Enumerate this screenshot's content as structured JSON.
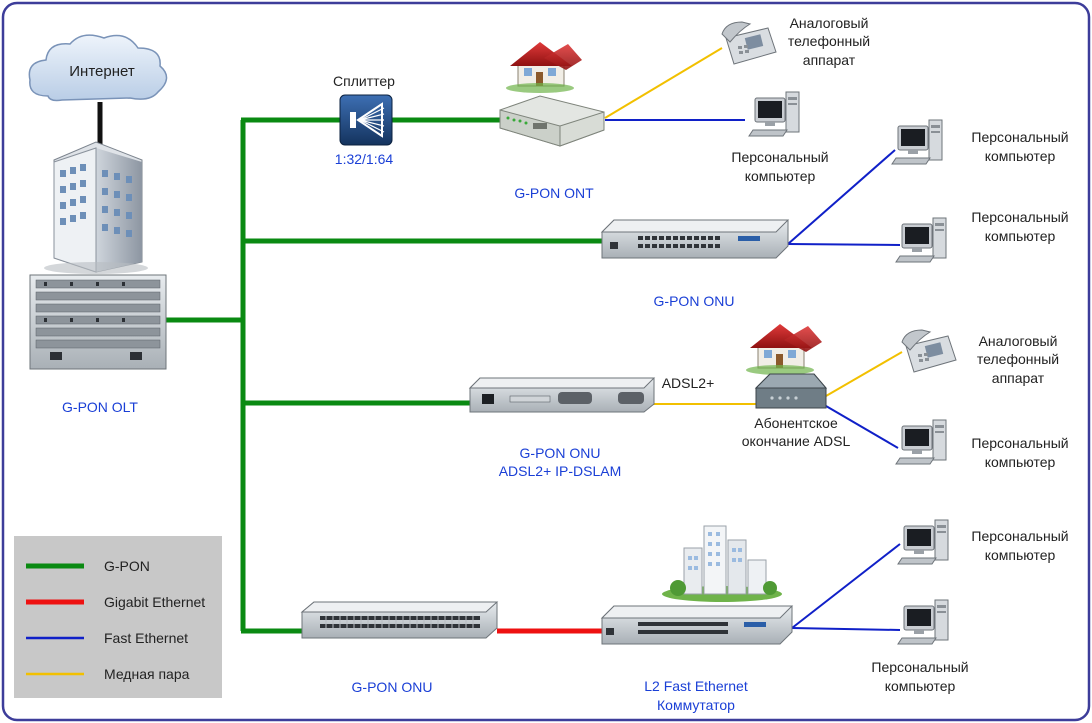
{
  "colors": {
    "gpon": "#0a8a12",
    "gigabit": "#ee1111",
    "fast": "#1020c8",
    "copper": "#f2c000",
    "frame": "#3d3d9a",
    "label_blue": "#1a3fd6",
    "legend_bg": "#c8c8c8"
  },
  "labels": {
    "internet": "Интернет",
    "splitter": "Сплиттер",
    "splitter_ratio": "1:32/1:64",
    "olt": "G-PON OLT",
    "ont": "G-PON ONT",
    "onu_1": "G-PON ONU",
    "onu_dslam_1": "G-PON ONU",
    "onu_dslam_2": "ADSL2+ IP-DSLAM",
    "adsl_link": "ADSL2+",
    "adsl_cpe_1": "Абонентское",
    "adsl_cpe_2": "окончание ADSL",
    "onu_2": "G-PON ONU",
    "switch_1": "L2 Fast Ethernet",
    "switch_2": "Коммутатор",
    "phone_1": "Аналоговый",
    "phone_2": "телефонный",
    "phone_3": "аппарат",
    "pc_1": "Персональный",
    "pc_2": "компьютер"
  },
  "legend": [
    {
      "label": "G-PON",
      "color": "#0a8a12"
    },
    {
      "label": "Gigabit Ethernet",
      "color": "#ee1111"
    },
    {
      "label": "Fast Ethernet",
      "color": "#1020c8"
    },
    {
      "label": "Медная пара",
      "color": "#f2c000"
    }
  ],
  "icons": [
    "cloud-icon",
    "building-icon",
    "olt-chassis-icon",
    "splitter-icon",
    "house-icon",
    "ont-router-icon",
    "onu-switch-icon",
    "dslam-icon",
    "adsl-modem-icon",
    "phone-icon",
    "pc-icon",
    "apartment-buildings-icon"
  ]
}
